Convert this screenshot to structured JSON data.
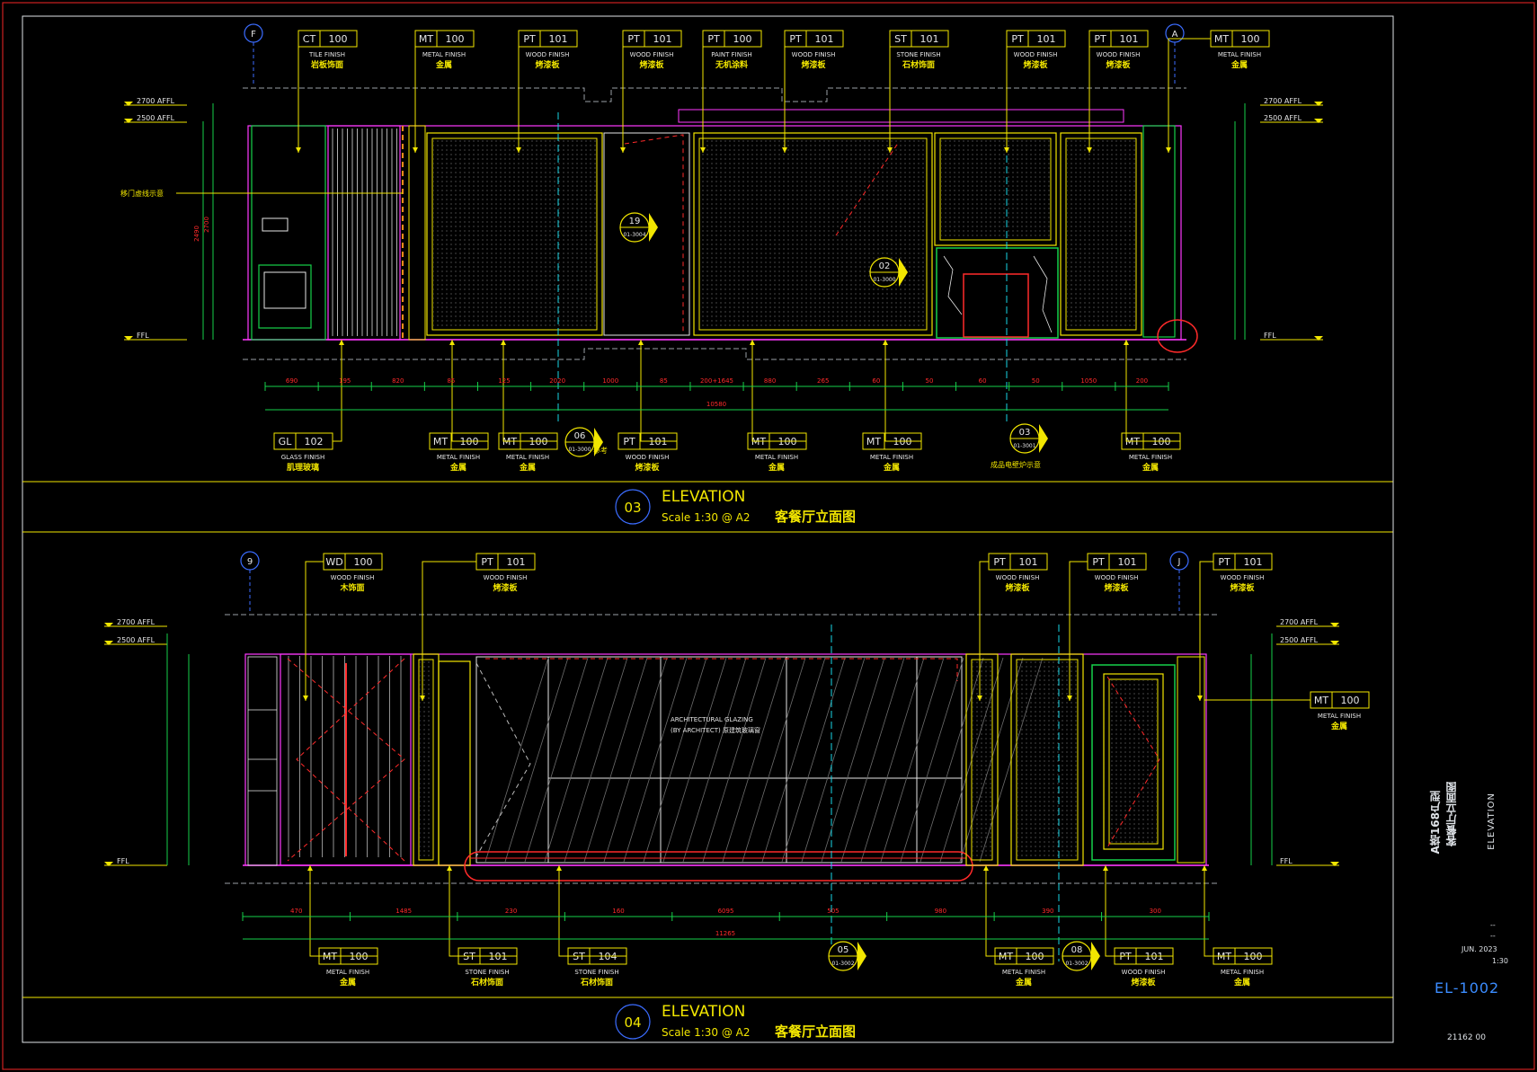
{
  "colors": {
    "bg": "#000000",
    "yellow": "#f2e600",
    "green": "#16d14a",
    "cyan": "#18d6e6",
    "red": "#ff2a2a",
    "magenta": "#ff38ff",
    "white": "#e6e6e6",
    "blue": "#3b6cff",
    "grey": "#9aa0a6",
    "orange": "#ff8c1a"
  },
  "elevations": [
    {
      "id": "03",
      "title": "ELEVATION",
      "scale": "Scale 1:30 @ A2",
      "name": "客餐厅立面图",
      "grid_left": "F",
      "grid_right": "A",
      "levels_left": [
        "2700 AFFL",
        "2500 AFFL",
        "FFL"
      ],
      "levels_right": [
        "2700 AFFL",
        "2500 AFFL",
        "FFL"
      ],
      "top_tags": [
        {
          "code": "CT",
          "num": "100",
          "en": "TILE FINISH",
          "cn": "岩板饰面"
        },
        {
          "code": "MT",
          "num": "100",
          "en": "METAL FINISH",
          "cn": "金属"
        },
        {
          "code": "PT",
          "num": "101",
          "en": "WOOD FINISH",
          "cn": "烤漆板"
        },
        {
          "code": "PT",
          "num": "101",
          "en": "WOOD FINISH",
          "cn": "烤漆板"
        },
        {
          "code": "PT",
          "num": "100",
          "en": "PAINT FINISH",
          "cn": "无机涂料"
        },
        {
          "code": "PT",
          "num": "101",
          "en": "WOOD FINISH",
          "cn": "烤漆板"
        },
        {
          "code": "ST",
          "num": "101",
          "en": "STONE FINISH",
          "cn": "石材饰面"
        },
        {
          "code": "PT",
          "num": "101",
          "en": "WOOD FINISH",
          "cn": "烤漆板"
        },
        {
          "code": "PT",
          "num": "101",
          "en": "WOOD FINISH",
          "cn": "烤漆板"
        },
        {
          "code": "MT",
          "num": "100",
          "en": "METAL FINISH",
          "cn": "金属"
        }
      ],
      "bottom_tags": [
        {
          "code": "GL",
          "num": "102",
          "en": "GLASS FINISH",
          "cn": "肌理玻璃"
        },
        {
          "code": "MT",
          "num": "100",
          "en": "METAL FINISH",
          "cn": "金属"
        },
        {
          "code": "MT",
          "num": "100",
          "en": "METAL FINISH",
          "cn": "金属"
        },
        {
          "code": "PT",
          "num": "101",
          "en": "WOOD FINISH",
          "cn": "烤漆板"
        },
        {
          "code": "MT",
          "num": "100",
          "en": "METAL FINISH",
          "cn": "金属"
        },
        {
          "code": "MT",
          "num": "100",
          "en": "METAL FINISH",
          "cn": "金属"
        },
        {
          "code": "MT",
          "num": "100",
          "en": "METAL FINISH",
          "cn": "金属"
        }
      ],
      "dims_bottom": [
        "690",
        "195",
        "820",
        "85",
        "125",
        "2020",
        "1000",
        "85",
        "200+1645",
        "880",
        "265",
        "60",
        "50",
        "60",
        "50",
        "1050",
        "200"
      ],
      "dim_total": "10580",
      "notes": [
        "移门虚线示意",
        "参考",
        "成品电壁炉示意"
      ],
      "sections": [
        {
          "num": "19",
          "ref": "01-3004"
        },
        {
          "num": "02",
          "ref": "01-3000"
        },
        {
          "num": "06",
          "ref": "01-3000"
        },
        {
          "num": "03",
          "ref": "01-3001"
        }
      ]
    },
    {
      "id": "04",
      "title": "ELEVATION",
      "scale": "Scale 1:30 @ A2",
      "name": "客餐厅立面图",
      "grid_left": "9",
      "grid_right": "J",
      "levels_left": [
        "2700 AFFL",
        "2500 AFFL",
        "FFL"
      ],
      "levels_right": [
        "2700 AFFL",
        "2500 AFFL",
        "FFL"
      ],
      "top_tags": [
        {
          "code": "WD",
          "num": "100",
          "en": "WOOD FINISH",
          "cn": "木饰面"
        },
        {
          "code": "PT",
          "num": "101",
          "en": "WOOD FINISH",
          "cn": "烤漆板"
        },
        {
          "code": "PT",
          "num": "101",
          "en": "WOOD FINISH",
          "cn": "烤漆板"
        },
        {
          "code": "PT",
          "num": "101",
          "en": "WOOD FINISH",
          "cn": "烤漆板"
        },
        {
          "code": "PT",
          "num": "101",
          "en": "WOOD FINISH",
          "cn": "烤漆板"
        }
      ],
      "right_tag": {
        "code": "MT",
        "num": "100",
        "en": "METAL FINISH",
        "cn": "金属"
      },
      "bottom_tags": [
        {
          "code": "MT",
          "num": "100",
          "en": "METAL FINISH",
          "cn": "金属"
        },
        {
          "code": "ST",
          "num": "101",
          "en": "STONE FINISH",
          "cn": "石材饰面"
        },
        {
          "code": "ST",
          "num": "104",
          "en": "STONE FINISH",
          "cn": "石材饰面"
        },
        {
          "code": "MT",
          "num": "100",
          "en": "METAL FINISH",
          "cn": "金属"
        },
        {
          "code": "PT",
          "num": "101",
          "en": "WOOD FINISH",
          "cn": "烤漆板"
        },
        {
          "code": "MT",
          "num": "100",
          "en": "METAL FINISH",
          "cn": "金属"
        }
      ],
      "dims_bottom": [
        "470",
        "1485",
        "230",
        "160",
        "6095",
        "505",
        "980",
        "390",
        "300"
      ],
      "dim_total": "11265",
      "notes": [
        "ARCHITECTURAL GLAZING",
        "(BY ARCHITECT) 原建筑玻璃窗"
      ],
      "sections": [
        {
          "num": "05",
          "ref": "01-3002"
        },
        {
          "num": "08",
          "ref": "01-3002"
        }
      ]
    }
  ],
  "title_block": {
    "project": "A塔168户型",
    "drawing_cn": "客餐厅立面图",
    "drawing_en": "ELEVATION",
    "blank1": "--",
    "blank2": "--",
    "date": "JUN. 2023",
    "scale": "1:30",
    "sheet_no": "EL-1002",
    "job_no": "21162 00"
  }
}
